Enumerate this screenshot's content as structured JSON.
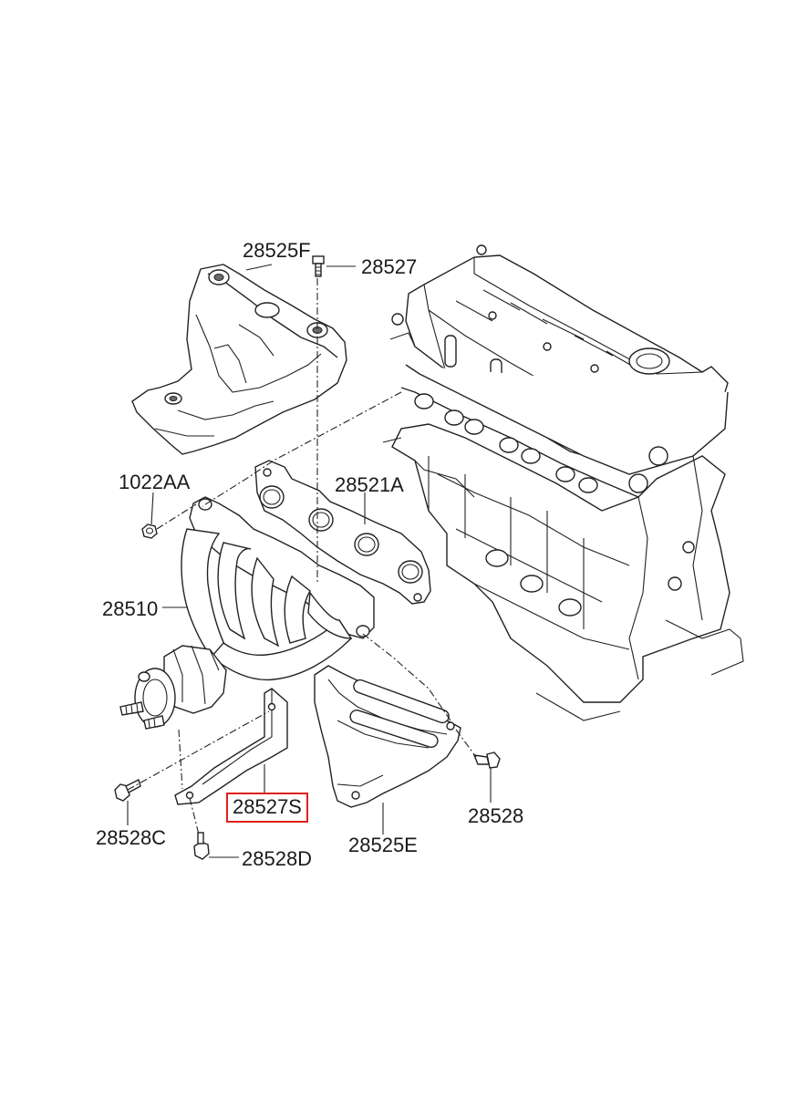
{
  "diagram": {
    "parts": {
      "p28525F": "28525F",
      "p28527": "28527",
      "p1022AA": "1022AA",
      "p28521A": "28521A",
      "p28510": "28510",
      "p28527S": "28527S",
      "p28528": "28528",
      "p28528C": "28528C",
      "p28528D": "28528D",
      "p28525E": "28525E"
    },
    "highlighted_part": "28527S",
    "highlight_color": "#e0201c",
    "line_color": "#222222"
  }
}
